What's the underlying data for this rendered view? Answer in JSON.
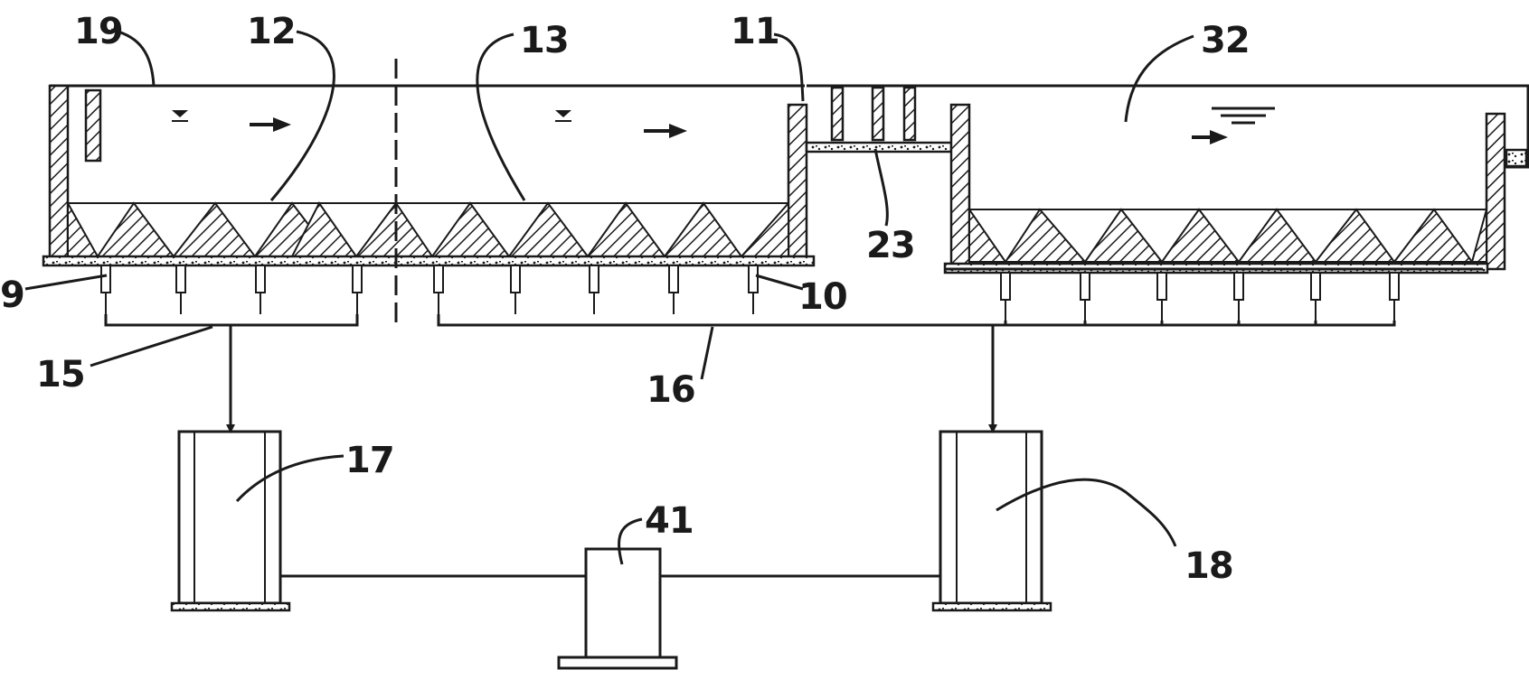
{
  "diagram": {
    "labels": {
      "l19": "19",
      "l12": "12",
      "l13": "13",
      "l11": "11",
      "l32": "32",
      "l23": "23",
      "l9": "9",
      "l10": "10",
      "l15": "15",
      "l16": "16",
      "l17": "17",
      "l18": "18",
      "l41": "41"
    }
  }
}
